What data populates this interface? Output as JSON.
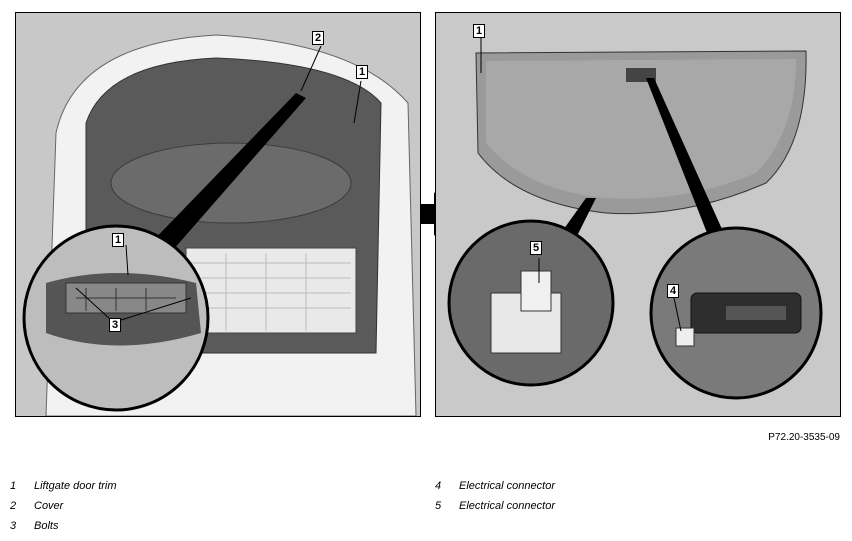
{
  "left_panel": {
    "callouts": [
      "1",
      "2",
      "1",
      "3"
    ]
  },
  "right_panel": {
    "callouts": [
      "1",
      "5",
      "4"
    ]
  },
  "figure_code": "P72.20-3535-09",
  "legend": {
    "left": [
      {
        "num": "1",
        "text": "Liftgate door trim"
      },
      {
        "num": "2",
        "text": "Cover"
      },
      {
        "num": "3",
        "text": "Bolts"
      }
    ],
    "right": [
      {
        "num": "4",
        "text": "Electrical connector"
      },
      {
        "num": "5",
        "text": "Electrical connector"
      }
    ]
  }
}
